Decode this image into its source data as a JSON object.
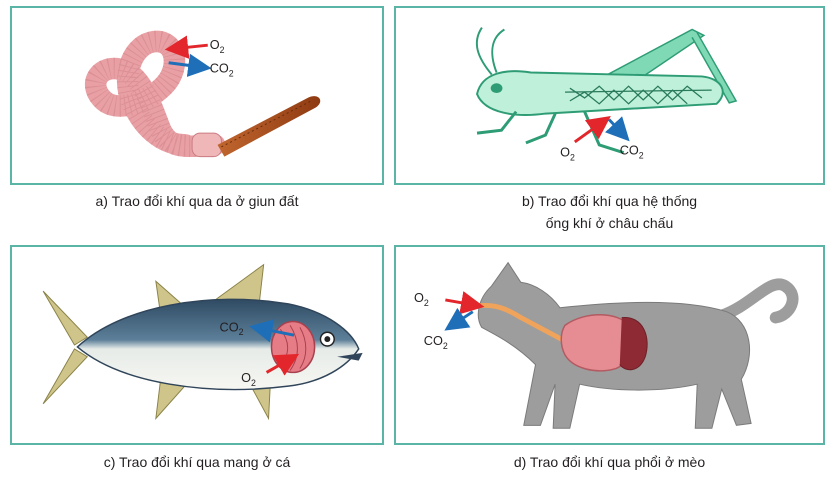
{
  "panels": {
    "a": {
      "caption": "a) Trao đổi khí qua da ở giun đất"
    },
    "b": {
      "caption_line1": "b) Trao đổi khí qua hệ thống",
      "caption_line2": "ống khí ở châu chấu"
    },
    "c": {
      "caption": "c) Trao đổi khí qua mang ở cá"
    },
    "d": {
      "caption": "d) Trao đổi khí qua phổi ở mèo"
    }
  },
  "gases": {
    "o2": "O",
    "co2": "CO",
    "subscript": "2"
  },
  "colors": {
    "border": "#5bb5a6",
    "o2_arrow": "#e2262b",
    "co2_arrow": "#1f6fb8",
    "worm": "#e9a0a4",
    "grasshopper": "#5fcca6",
    "fish_back": "#2f4b63",
    "cat": "#9d9d9d",
    "lung": "#e58d92"
  }
}
